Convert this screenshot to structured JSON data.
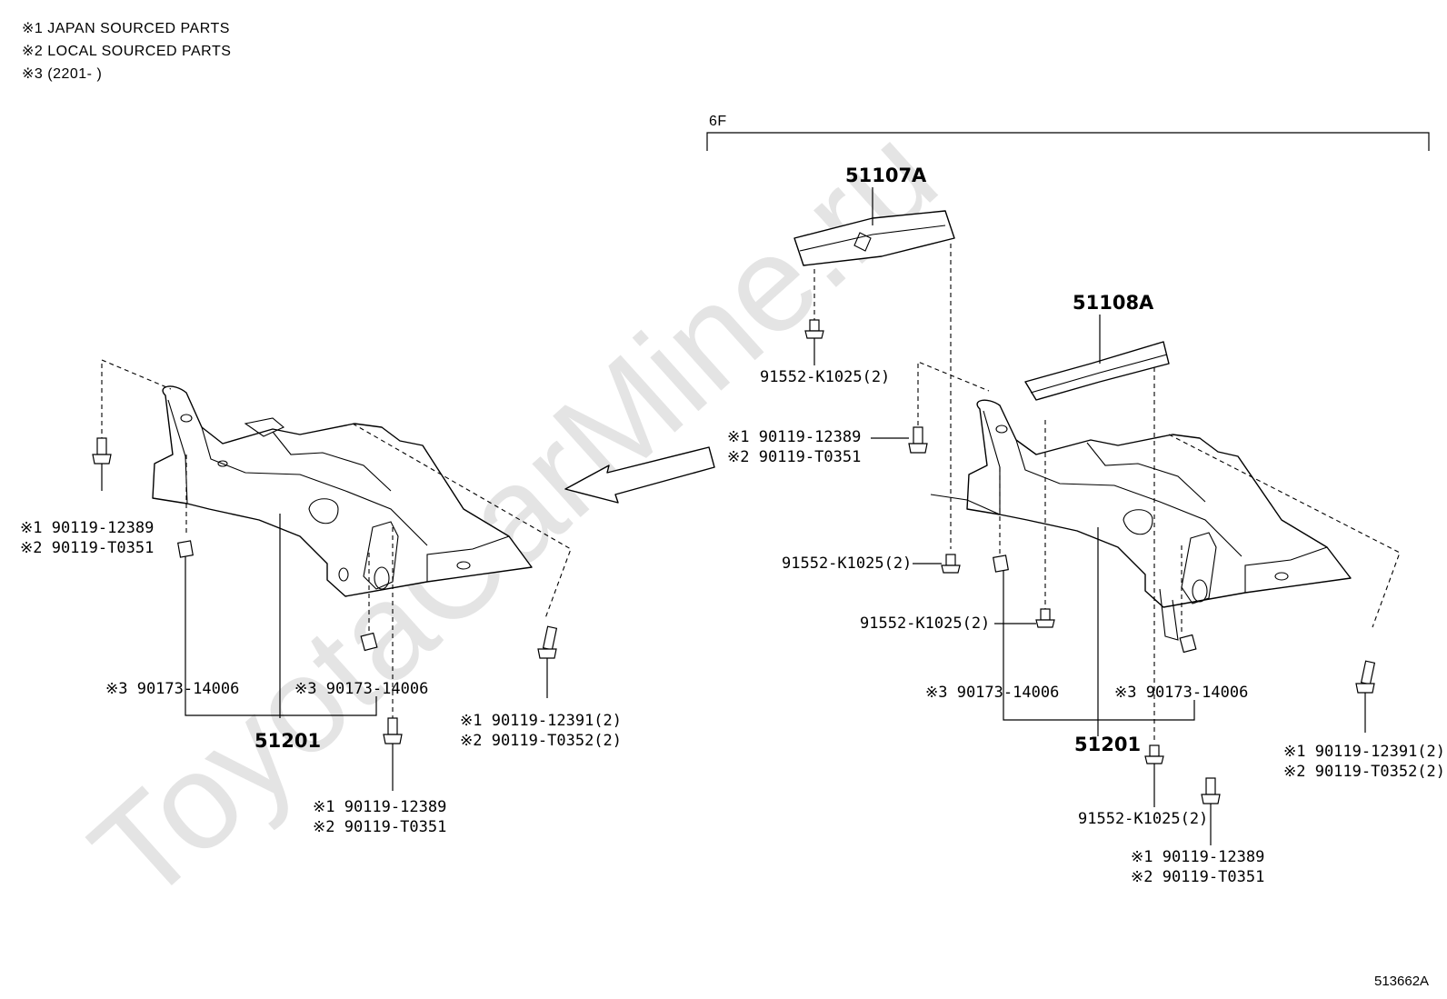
{
  "watermark": "ToyotaCarMine.ru",
  "notes": [
    "※1 JAPAN SOURCED PARTS",
    "※2 LOCAL SOURCED PARTS",
    "※3 (2201-        )"
  ],
  "group_label": "6F",
  "diagram_code": "513662A",
  "left": {
    "main_part": "51201",
    "bolt_top_left_1": "※1 90119-12389",
    "bolt_top_left_2": "※2 90119-T0351",
    "stopper_left": "※3 90173-14006",
    "stopper_right": "※3 90173-14006",
    "bolt_rear_1": "※1 90119-12391(2)",
    "bolt_rear_2": "※2 90119-T0352(2)",
    "bolt_bottom_1": "※1 90119-12389",
    "bolt_bottom_2": "※2 90119-T0351"
  },
  "right": {
    "brace_upper": "51107A",
    "brace_lower": "51108A",
    "screw_a": "91552-K1025(2)",
    "bolt_top_1": "※1 90119-12389",
    "bolt_top_2": "※2 90119-T0351",
    "screw_b": "91552-K1025(2)",
    "screw_c": "91552-K1025(2)",
    "stopper_left": "※3 90173-14006",
    "stopper_right": "※3 90173-14006",
    "main_part": "51201",
    "screw_d": "91552-K1025(2)",
    "bolt_bottom_1": "※1 90119-12389",
    "bolt_bottom_2": "※2 90119-T0351",
    "bolt_rear_1": "※1 90119-12391(2)",
    "bolt_rear_2": "※2 90119-T0352(2)"
  }
}
